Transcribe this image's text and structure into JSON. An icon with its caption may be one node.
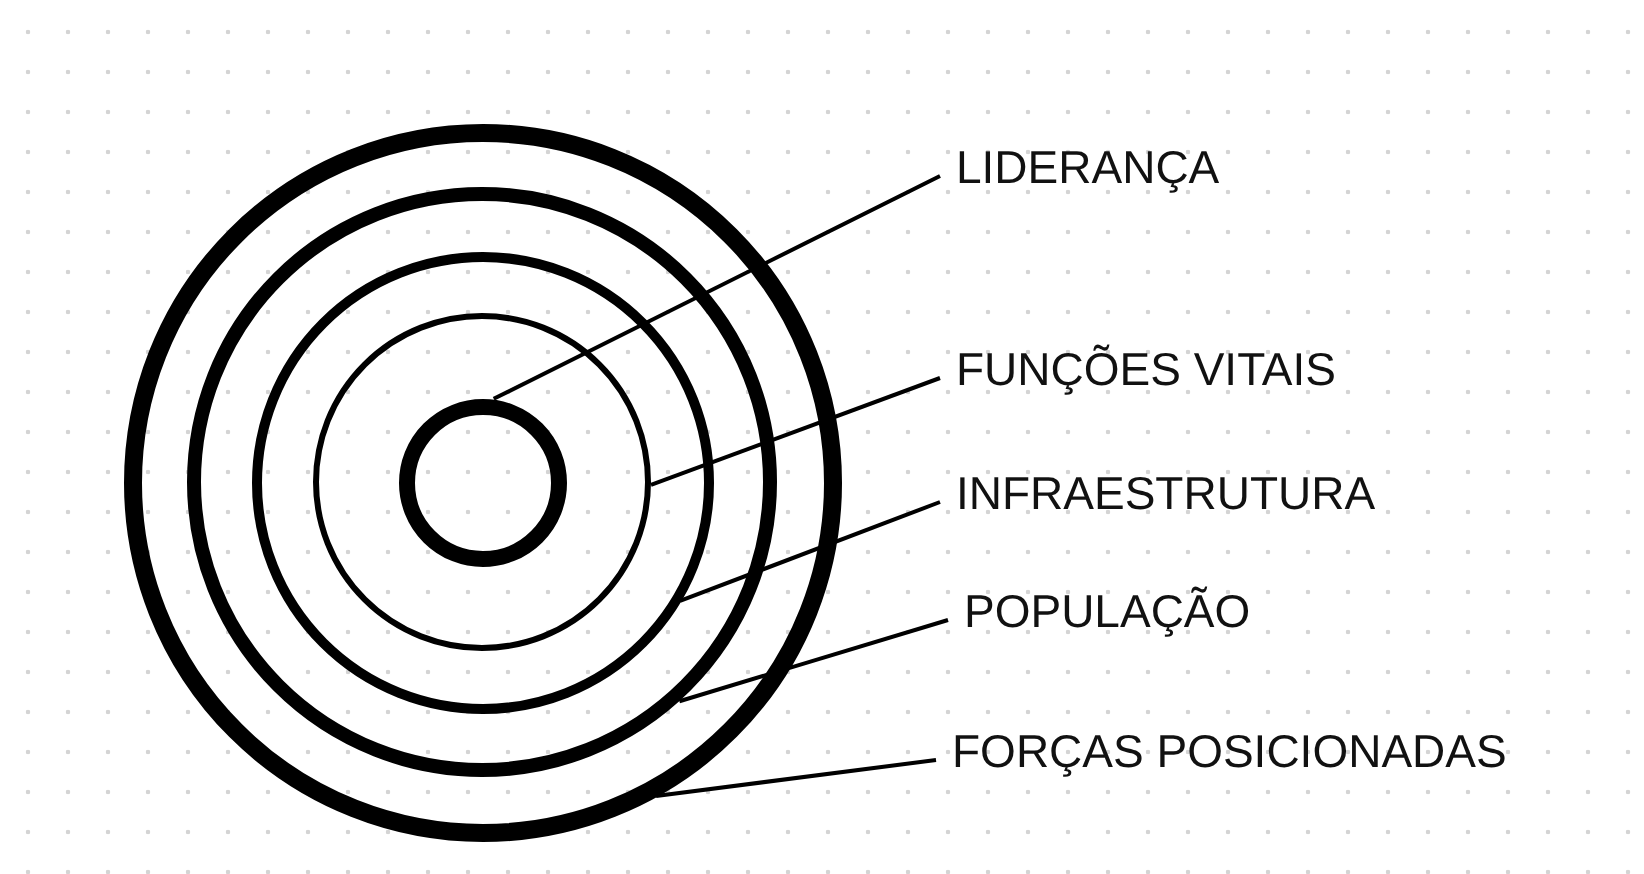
{
  "diagram": {
    "nodes": [
      {
        "text": [],
        "shape": "circle"
      },
      {
        "text": [],
        "shape": "circle",
        "in": 0
      },
      {
        "text": [],
        "shape": "circle",
        "in": 1
      },
      {
        "text": [],
        "shape": "circle",
        "in": 2
      },
      {
        "text": [],
        "shape": "circle",
        "in": 3
      },
      {
        "text": [
          "LIDERANÇA"
        ]
      },
      {
        "text": [
          "FUNÇÕES VITAIS"
        ]
      },
      {
        "text": [
          "INFRAESTRUTURA"
        ]
      },
      {
        "text": [
          "POPULAÇÃO"
        ]
      },
      {
        "text": [
          "FORÇAS POSICIONADAS"
        ]
      }
    ],
    "edges": [
      {
        "from": 5,
        "to": 4,
        "arrow": "none"
      },
      {
        "from": 6,
        "to": 3,
        "arrow": "none"
      },
      {
        "from": 7,
        "to": 2,
        "arrow": "none"
      },
      {
        "from": 8,
        "to": 1,
        "arrow": "none"
      },
      {
        "from": 9,
        "to": 0,
        "arrow": "none"
      }
    ]
  }
}
